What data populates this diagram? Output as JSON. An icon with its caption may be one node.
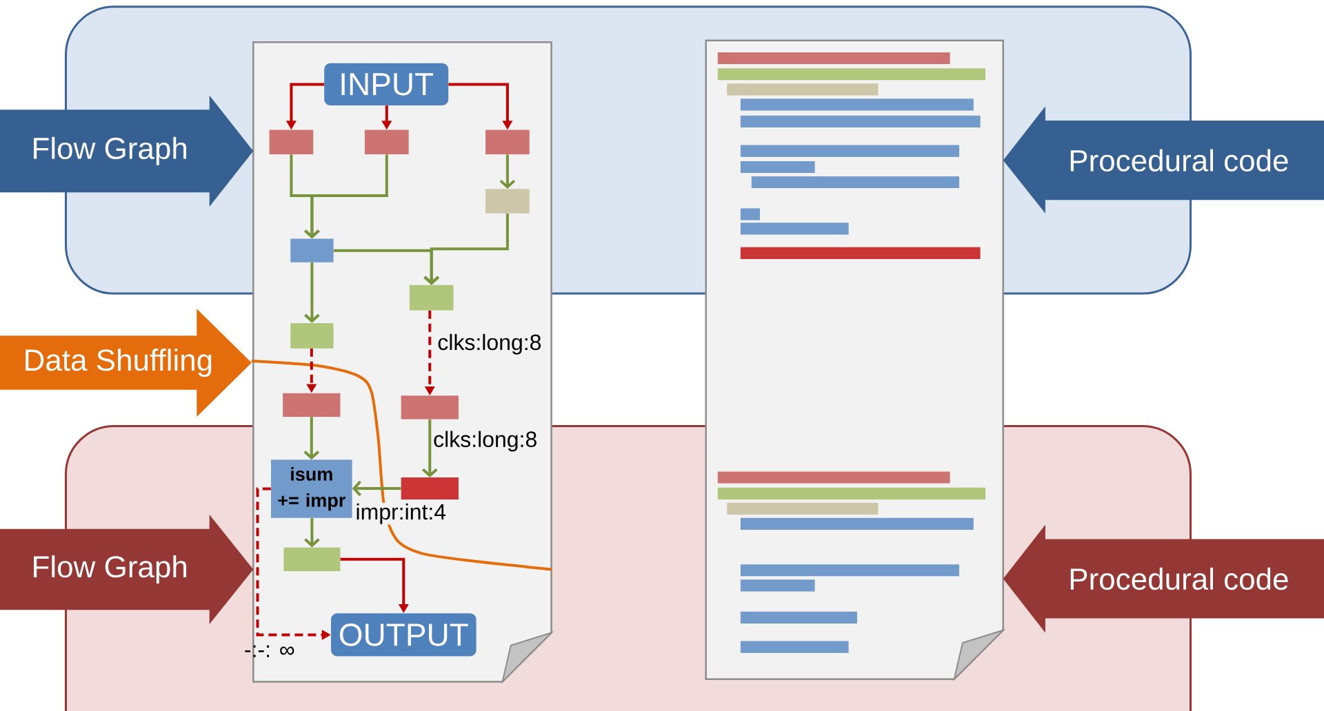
{
  "diagram": {
    "nodes": [
      {
        "text": [
          "INPUT"
        ]
      },
      {
        "text": [],
        "shape": "box"
      },
      {
        "text": [],
        "shape": "box"
      },
      {
        "text": [],
        "shape": "box"
      },
      {
        "text": [],
        "shape": "box"
      },
      {
        "text": [],
        "shape": "box"
      },
      {
        "text": [],
        "shape": "box"
      },
      {
        "text": [],
        "shape": "box"
      },
      {
        "text": [],
        "shape": "box"
      },
      {
        "text": [],
        "shape": "box"
      },
      {
        "text": [
          "isum += impr"
        ]
      },
      {
        "text": [],
        "shape": "box"
      },
      {
        "text": [],
        "shape": "box"
      },
      {
        "text": [
          "OUTPUT"
        ]
      },
      {
        "text": [
          "Flow Graph"
        ]
      },
      {
        "text": [
          "Procedural code"
        ]
      },
      {
        "text": [
          "Data Shuffling"
        ]
      },
      {
        "text": [
          "Flow Graph"
        ]
      },
      {
        "text": [
          "Procedural code"
        ]
      }
    ],
    "edges": [
      {
        "from": 0,
        "to": 1,
        "arrow": "to",
        "color": "#c00000"
      },
      {
        "from": 0,
        "to": 2,
        "arrow": "to",
        "color": "#c00000"
      },
      {
        "from": 0,
        "to": 3,
        "arrow": "to",
        "color": "#c00000"
      },
      {
        "from": 1,
        "to": 5,
        "arrow": "to"
      },
      {
        "from": 2,
        "to": 5,
        "arrow": "to"
      },
      {
        "from": 3,
        "to": 4,
        "arrow": "to"
      },
      {
        "from": 4,
        "to": 6,
        "arrow": "to"
      },
      {
        "from": 5,
        "to": 6,
        "arrow": "to"
      },
      {
        "from": 5,
        "to": 7,
        "arrow": "to"
      },
      {
        "from": 7,
        "to": 8,
        "arrow": "to",
        "style": "dashed",
        "color": "#c00000"
      },
      {
        "from": 6,
        "to": 9,
        "arrow": "to",
        "style": "dashed",
        "color": "#c00000",
        "label": "clks:long:8"
      },
      {
        "from": 8,
        "to": 10,
        "arrow": "to"
      },
      {
        "from": 9,
        "to": 11,
        "arrow": "to",
        "label": "clks:long:8"
      },
      {
        "from": 11,
        "to": 10,
        "arrow": "to",
        "label": "impr:int:4"
      },
      {
        "from": 10,
        "to": 12,
        "arrow": "to"
      },
      {
        "from": 12,
        "to": 13,
        "arrow": "to",
        "color": "#c00000"
      },
      {
        "from": 10,
        "to": 13,
        "arrow": "to",
        "style": "dashed",
        "color": "#c00000",
        "label": "-:-: ∞"
      }
    ]
  }
}
